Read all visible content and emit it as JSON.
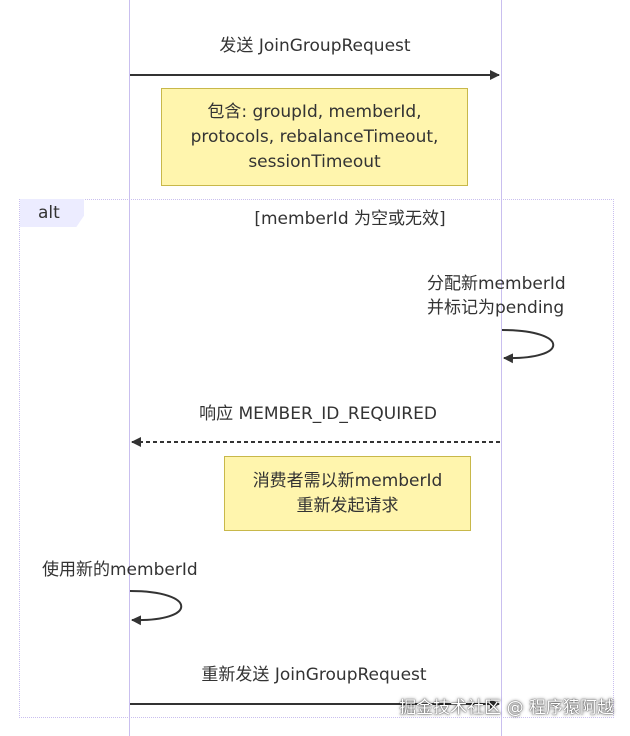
{
  "diagram": {
    "messages": {
      "send_join": "发送 JoinGroupRequest",
      "response_required": "响应 MEMBER_ID_REQUIRED",
      "resend_join": "重新发送 JoinGroupRequest"
    },
    "notes": {
      "contains": [
        "包含: groupId, memberId,",
        "protocols, rebalanceTimeout,",
        "sessionTimeout"
      ],
      "consumer_needs": [
        "消费者需以新memberId",
        "重新发起请求"
      ]
    },
    "self_messages": {
      "assign_member": [
        "分配新memberId",
        "并标记为pending"
      ],
      "use_new_member": [
        "使用新的memberId"
      ]
    },
    "alt": {
      "tag": "alt",
      "condition": "[memberId 为空或无效]"
    },
    "colors": {
      "lifeline": "#c9bfef",
      "note_fill": "#fff5ad",
      "note_border": "#c8b84a",
      "alt_tag_fill": "#ececff",
      "arrow": "#333333"
    },
    "watermark": "掘金技术社区 @ 程序猿阿越"
  }
}
